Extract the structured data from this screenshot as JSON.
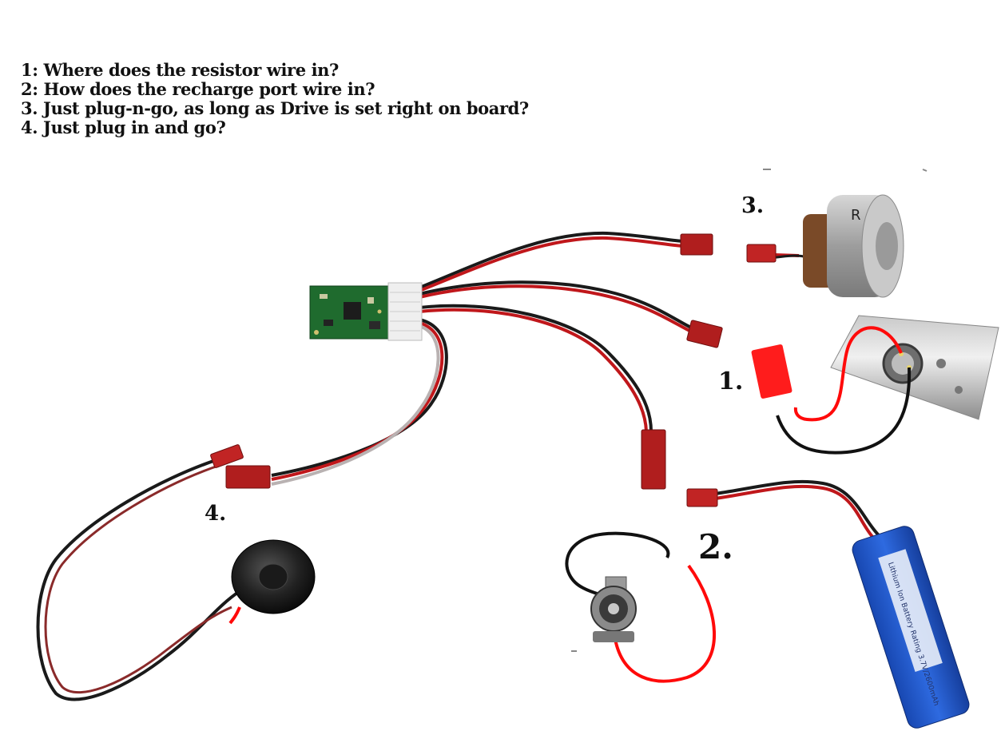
{
  "questions": [
    "1: Where does the resistor wire in?",
    "2: How does the recharge port wire in?",
    "3. Just plug-n-go, as long as Drive is set right on board?",
    "4. Just plug in and go?"
  ],
  "labels": {
    "one": "1.",
    "two": "2.",
    "three": "3.",
    "four": "4."
  },
  "battery_label_text": "Lithium Ion Battery Rating 3.7V/2600mAh",
  "colors": {
    "background": "#ffffff",
    "wire_red": "#c0171b",
    "wire_black": "#1a1a1a",
    "drawn_red": "#ff0a0a",
    "connector": "#b01e1e",
    "pcb_green": "#1f6b2e",
    "battery_blue": "#1e56c8",
    "metal": "#a9a9a9"
  }
}
